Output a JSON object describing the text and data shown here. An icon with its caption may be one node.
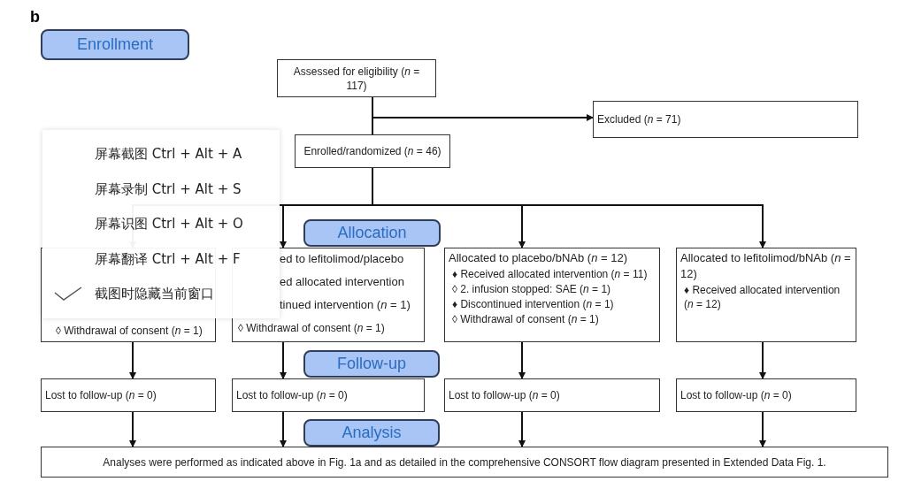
{
  "diagram": {
    "nodes": [
      {
        "text": [
          "Enrollment"
        ]
      },
      {
        "text": [
          "Assessed for eligibility (*n* = 117)"
        ]
      },
      {
        "text": [
          "Excluded (*n* = 71)"
        ]
      },
      {
        "text": [
          "Enrolled/randomized (*n* = 46)"
        ]
      },
      {
        "text": [
          "Allocation"
        ]
      },
      {
        "text": [
          "◊ Withdrawal of consent (*n* = 1)"
        ]
      },
      {
        "text": [
          "ed to lefitolimod/placebo",
          "ed allocated intervention",
          "tinued intervention (*n* = 1)",
          "◊ Withdrawal of consent (*n* = 1)"
        ]
      },
      {
        "text": [
          "Allocated to placebo/bNAb (*n* = 12)",
          "♦  Received allocated intervention (*n* = 11)",
          "◊ 2. infusion stopped: SAE (*n* = 1)",
          "♦  Discontinued intervention (*n* = 1)",
          "◊ Withdrawal of consent (*n* = 1)"
        ]
      },
      {
        "text": [
          "Allocated to lefitolimod/bNAb (*n* = 12)",
          "♦ Received allocated intervention (*n* = 12)"
        ]
      },
      {
        "text": [
          "Follow-up"
        ]
      },
      {
        "text": [
          "Lost to follow-up (*n* = 0)"
        ]
      },
      {
        "text": [
          "Lost to follow-up (*n* = 0)"
        ]
      },
      {
        "text": [
          "Lost to follow-up (*n* = 0)"
        ]
      },
      {
        "text": [
          "Lost to follow-up (*n* = 0)"
        ]
      },
      {
        "text": [
          "Analysis"
        ]
      },
      {
        "text": [
          "Analyses were performed as indicated above in Fig. 1a and as detailed in the comprehensive CONSORT flow diagram presented in Extended Data Fig. 1."
        ]
      }
    ],
    "edges": [
      {
        "from": 1,
        "to": 3,
        "arrow": "none"
      },
      {
        "from": 1,
        "to": 2,
        "arrow": "to"
      },
      {
        "from": 3,
        "to": 5,
        "arrow": "to"
      },
      {
        "from": 3,
        "to": 6,
        "arrow": "to"
      },
      {
        "from": 3,
        "to": 7,
        "arrow": "to"
      },
      {
        "from": 3,
        "to": 8,
        "arrow": "to"
      },
      {
        "from": 5,
        "to": 10,
        "arrow": "to"
      },
      {
        "from": 6,
        "to": 11,
        "arrow": "to"
      },
      {
        "from": 7,
        "to": 12,
        "arrow": "to"
      },
      {
        "from": 8,
        "to": 13,
        "arrow": "to"
      },
      {
        "from": 10,
        "to": 15,
        "arrow": "to"
      },
      {
        "from": 11,
        "to": 15,
        "arrow": "to"
      },
      {
        "from": 12,
        "to": 15,
        "arrow": "to"
      },
      {
        "from": 13,
        "to": 15,
        "arrow": "to"
      }
    ],
    "labels": [
      "b",
      "屏幕截图 Ctrl + Alt + A",
      "屏幕录制 Ctrl + Alt + S",
      "屏幕识图 Ctrl + Alt + O",
      "屏幕翻译 Ctrl + Alt + F",
      "截图时隐藏当前窗口"
    ]
  }
}
